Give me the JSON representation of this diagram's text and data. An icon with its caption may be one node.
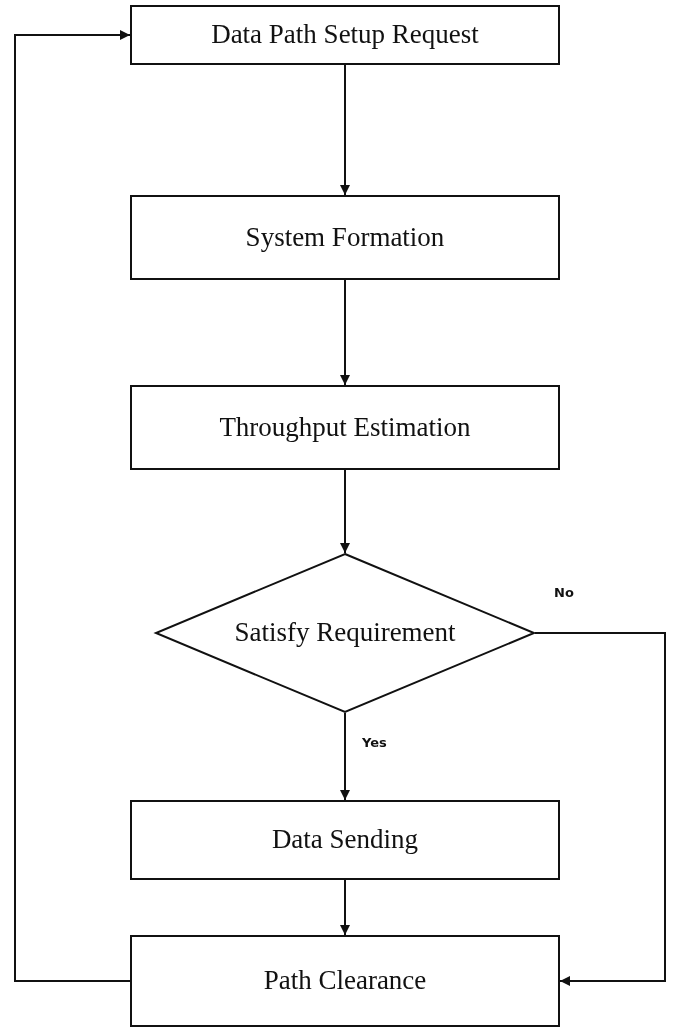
{
  "diagram": {
    "nodes": [
      {
        "text": [
          "Data Path Setup Request"
        ]
      },
      {
        "text": [
          "System Formation"
        ]
      },
      {
        "text": [
          "Throughput Estimation"
        ]
      },
      {
        "text": [
          "Satisfy Requirement"
        ]
      },
      {
        "text": [
          "Data Sending"
        ]
      },
      {
        "text": [
          "Path Clearance"
        ]
      }
    ],
    "edges": [
      {
        "from": 0,
        "to": 1,
        "arrow": "to"
      },
      {
        "from": 1,
        "to": 2,
        "arrow": "to"
      },
      {
        "from": 2,
        "to": 3,
        "arrow": "to"
      },
      {
        "from": 3,
        "to": 4,
        "arrow": "to",
        "label": "Yes"
      },
      {
        "from": 4,
        "to": 5,
        "arrow": "to"
      },
      {
        "from": 3,
        "to": 5,
        "arrow": "to",
        "label": "No"
      },
      {
        "from": 5,
        "to": 0,
        "arrow": "to"
      }
    ]
  }
}
